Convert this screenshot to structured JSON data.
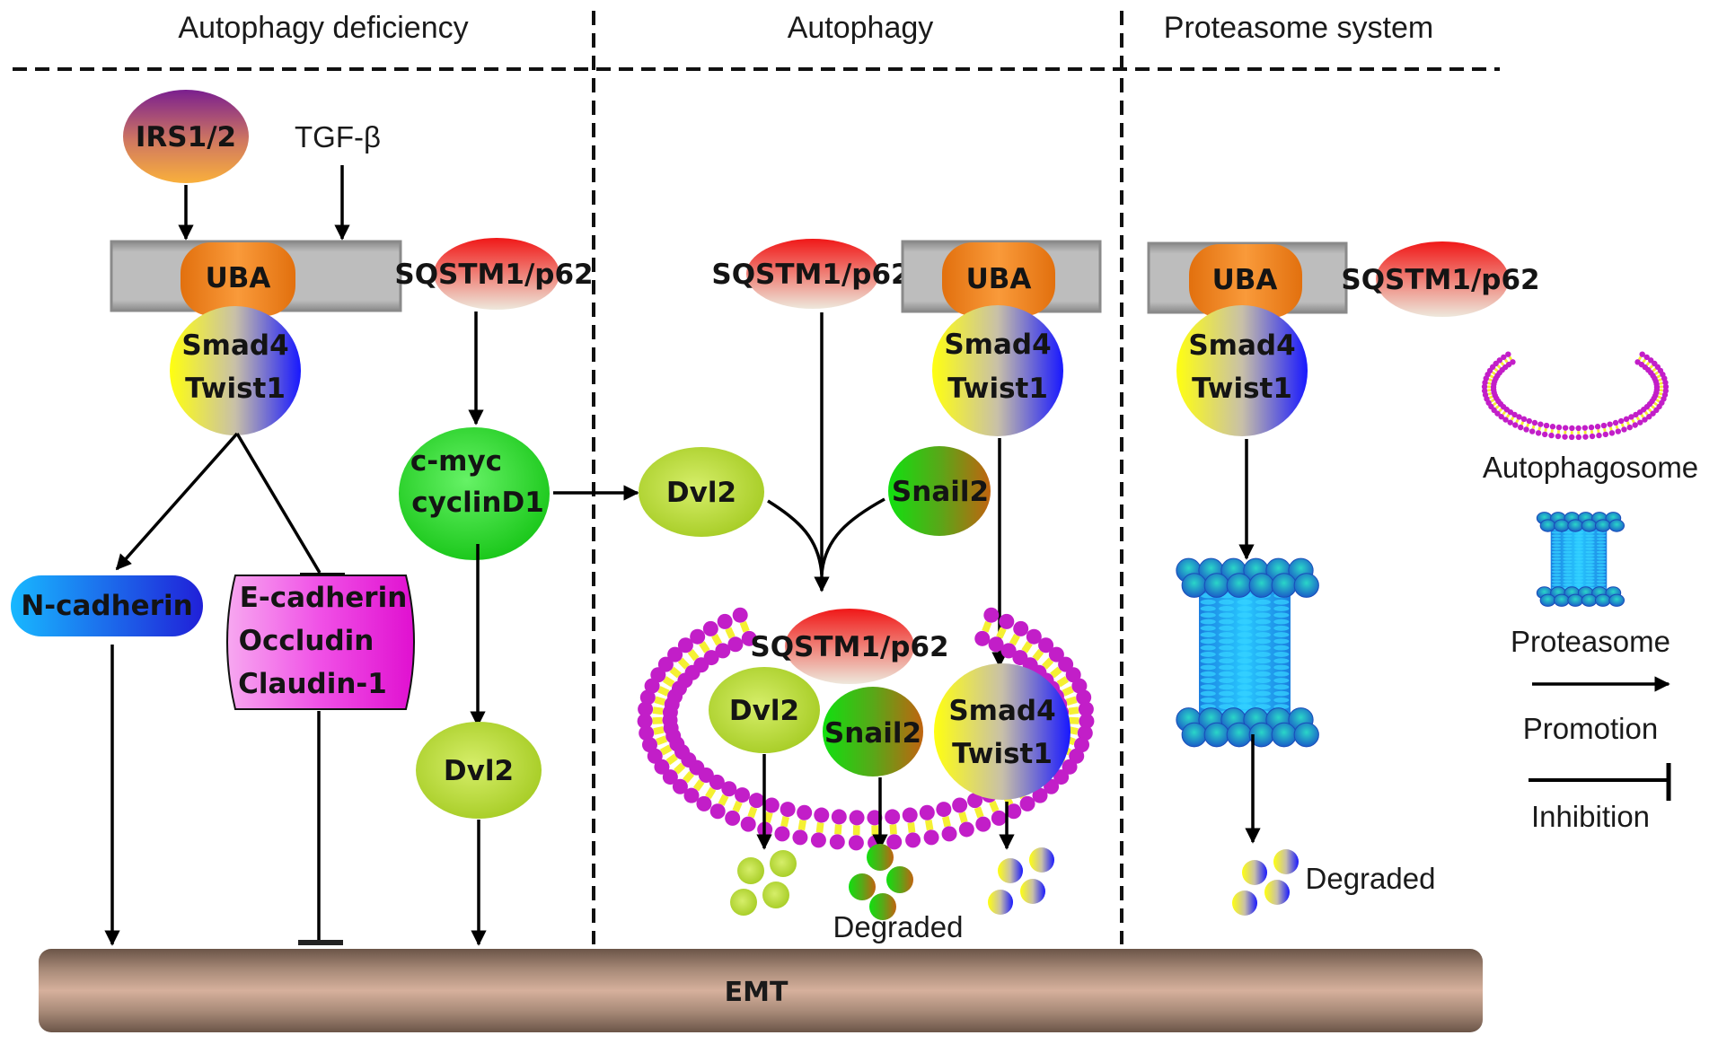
{
  "figure": {
    "type": "signaling pathway diagram",
    "sections": [
      {
        "id": "autophagy-deficiency",
        "title": "Autophagy deficiency"
      },
      {
        "id": "autophagy",
        "title": "Autophagy"
      },
      {
        "id": "proteasome-system",
        "title": "Proteasome system"
      }
    ]
  },
  "nodes": {
    "irs": "IRS1/2",
    "tgf": "TGF-β",
    "uba": "UBA",
    "p62": "SQSTM1/p62",
    "smad4": "Smad4",
    "twist1": "Twist1",
    "cmyc": "c-myc",
    "cyclind1": "cyclinD1",
    "dvl2": "Dvl2",
    "snail2": "Snail2",
    "ncad": "N-cadherin",
    "ecad": "E-cadherin",
    "occludin": "Occludin",
    "claudin": "Claudin-1",
    "degraded": "Degraded",
    "emt": "EMT"
  },
  "legend": {
    "items": [
      {
        "icon": "autophagosome-icon",
        "label": "Autophagosome"
      },
      {
        "icon": "proteasome-icon",
        "label": "Proteasome"
      },
      {
        "icon": "promotion-arrow-icon",
        "label": "Promotion"
      },
      {
        "icon": "inhibition-bar-icon",
        "label": "Inhibition"
      }
    ]
  },
  "edges": [
    {
      "from": "IRS1/2",
      "to": "UBA",
      "type": "promotion"
    },
    {
      "from": "TGF-β",
      "to": "UBA",
      "type": "promotion"
    },
    {
      "from": "SQSTM1/p62",
      "to": "c-myc/cyclinD1",
      "type": "promotion"
    },
    {
      "from": "c-myc/cyclinD1",
      "to": "Dvl2",
      "type": "promotion"
    },
    {
      "from": "Smad4/Twist1",
      "to": "N-cadherin",
      "type": "promotion"
    },
    {
      "from": "Smad4/Twist1",
      "to": "E-cadherin/Occludin/Claudin-1",
      "type": "inhibition"
    },
    {
      "from": "N-cadherin",
      "to": "EMT",
      "type": "promotion"
    },
    {
      "from": "E-cadherin/Occludin/Claudin-1",
      "to": "EMT",
      "type": "inhibition"
    },
    {
      "from": "Dvl2",
      "to": "EMT",
      "type": "promotion"
    },
    {
      "from": "Dvl2 + SQSTM1/p62 + Snail2",
      "to": "Autophagosome",
      "type": "promotion"
    },
    {
      "from": "Smad4/Twist1",
      "to": "Autophagosome",
      "type": "promotion"
    },
    {
      "from": "Autophagosome",
      "to": "Degraded",
      "type": "promotion"
    },
    {
      "from": "Smad4/Twist1",
      "to": "Proteasome",
      "type": "promotion"
    },
    {
      "from": "Proteasome",
      "to": "Degraded",
      "type": "promotion"
    }
  ],
  "colors": {
    "irs_top": "#7a1f8f",
    "irs_bottom": "#f6a53a",
    "uba": "#f2841f",
    "membrane_bar": "#b8b8b8",
    "p62_top": "#f01c1c",
    "p62_bottom": "#ece8e0",
    "smad_left": "#ffff00",
    "smad_right": "#1c1cff",
    "cmyc": "#22dd22",
    "dvl2": "#b8d830",
    "snail_left": "#18e018",
    "snail_right": "#b86a10",
    "ncad_left": "#18b0ff",
    "ncad_right": "#2020e0",
    "ecad": "#f020e0",
    "lipid_head": "#c21ec8",
    "lipid_tail": "#f5f032",
    "proteasome": "#1e8fe6",
    "emt_mid": "#d6b09c",
    "emt_edge": "#6b5548"
  }
}
